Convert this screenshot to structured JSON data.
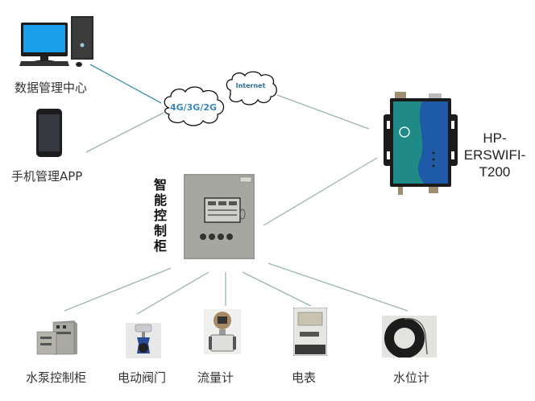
{
  "diagram": {
    "type": "network-topology",
    "nodes": {
      "data_center": {
        "label": "数据管理中心",
        "icon": "desktop-computer-icon"
      },
      "mobile_app": {
        "label": "手机管理APP",
        "icon": "smartphone-icon"
      },
      "cellular": {
        "label": "4G/3G/2G",
        "icon": "cloud-icon"
      },
      "internet": {
        "label": "Internet",
        "icon": "cloud-icon"
      },
      "gateway": {
        "label_lines": [
          "HP-",
          "ERSWIFI-",
          "T200"
        ],
        "icon": "industrial-router-icon"
      },
      "controller": {
        "label_chars": [
          "智",
          "能",
          "控",
          "制",
          "柜"
        ],
        "icon": "control-cabinet-icon"
      },
      "devices": [
        {
          "label": "水泵控制柜",
          "icon": "pump-control-cabinet-icon"
        },
        {
          "label": "电动阀门",
          "icon": "electric-valve-icon"
        },
        {
          "label": "流量计",
          "icon": "flow-meter-icon"
        },
        {
          "label": "电表",
          "icon": "electric-meter-icon"
        },
        {
          "label": "水位计",
          "icon": "water-level-sensor-icon"
        }
      ]
    },
    "edges": [
      {
        "from": "数据管理中心",
        "to": "4G/3G/2G"
      },
      {
        "from": "手机管理APP",
        "to": "4G/3G/2G"
      },
      {
        "from": "Internet",
        "to": "HP-ERSWIFI-T200"
      },
      {
        "from": "智能控制柜",
        "to": "HP-ERSWIFI-T200"
      },
      {
        "from": "智能控制柜",
        "to": "水泵控制柜"
      },
      {
        "from": "智能控制柜",
        "to": "电动阀门"
      },
      {
        "from": "智能控制柜",
        "to": "流量计"
      },
      {
        "from": "智能控制柜",
        "to": "电表"
      },
      {
        "from": "智能控制柜",
        "to": "水位计"
      }
    ],
    "colors": {
      "link_primary": "#3a8fa8",
      "link_secondary": "#9ab5b3",
      "cloud_text": "#3a88c0",
      "gateway_body": "#1f6f8a",
      "gateway_frame": "#1b1b1b",
      "cabinet": "#a7a7a2",
      "monitor_screen": "#1aa0ea"
    }
  }
}
